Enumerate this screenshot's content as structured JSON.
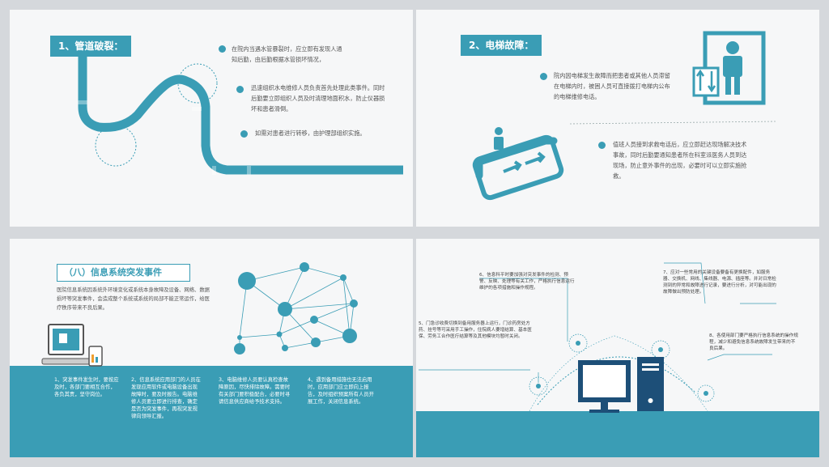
{
  "slide1": {
    "title": "1、管道破裂：",
    "items": [
      "在院内当遇水管暴裂时，应立即有发现人通知后勤，由后勤根据水管损坏情况，",
      "迅速组织水电维修人员负责首先处理此类事件。同时后勤要立即组织人员及时清理地面积水，防止仪器损坏和患者滑倒。",
      "如需对患者进行转移，由护理部组织实施。"
    ]
  },
  "slide2": {
    "title": "2、电梯故障：",
    "items": [
      "院内因电梯发生故障而把患者或其他人员滞留在电梯内时，被困人员可直接拨打电梯内公布的电梯维修电话。",
      "值班人员接到求救电话后，应立即赶达现场解决技术事故，同时后勤要通知患者所在科室派医务人员到达现场，防止意外事件的出现，必要时可以立即实施抢救。"
    ]
  },
  "slide3": {
    "title": "（八）信息系统突发事件",
    "intro": "医院信息系统因系统外环境变化或系统本身故障及设备、网络、数据损坏等突发事件，会造成整个系统或系统的局部不能正常运作，给医疗秩序带来不良后果。",
    "items": [
      "1、突发事件发生时，要按应及时，各部门要相互合作，各负其责，坚守岗位。",
      "2、信息系统应用部门的人员在发现应用软件或电脑设备出现故障时，要及时报告。电脑维修人员要立即进行排查，确定是否为突发事件，再视突发规律向领导汇报。",
      "3、电脑维修人员要认真检查故障原因，尽快排除故障。需要时有关部门要积极配合，必要时寻请信息供应商给予技术支持。",
      "4、遇到备用措施也无法启用时，应用部门应立即向上报告，及时组织预案所有人员开展工作，关闭信息系统。"
    ]
  },
  "slide4": {
    "items": {
      "i5": "5、门急诊收费切换到备用服务器上运行，门诊药房处方药、挂号等可采用手工操作，住院病人要增结算、基本医保、劳务工合作医疗结算等及其他模块均暂时关闭。",
      "i6": "6、信息科平时要加强对突发事件的检测、预警、反映、处理等有关工作，严格执行信息运行维护的各项措施和操作规程。",
      "i7": "7、应对一些常用的关键设备要备有更换配件，如服务器、交换机、网线、集线器、电源、插座等。并对日常检测到的异常和故障进行记录，要进行分析，对可能出现的故障做出预防处理。",
      "i8": "8、各使用部门要严格执行信息系统的操作规程，减少和避免信息系统故障发生带来的不良后果。"
    }
  },
  "colors": {
    "accent": "#3a9db5",
    "text": "#555555"
  }
}
